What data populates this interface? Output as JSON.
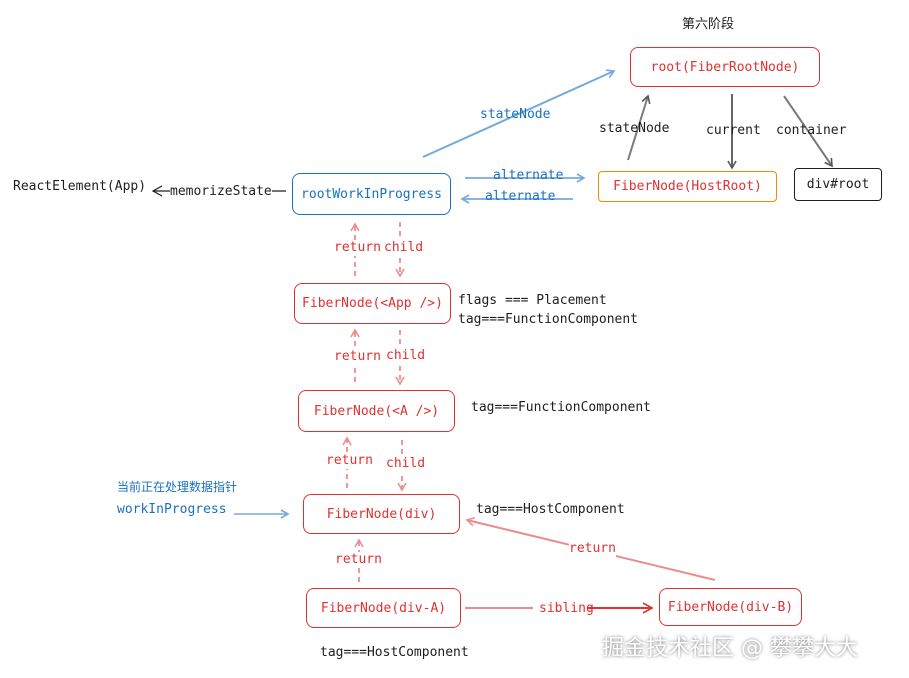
{
  "colors": {
    "red": "#e03131",
    "blue": "#1971c2",
    "orange": "#f08c00",
    "black": "#1e1e1e",
    "grey": "#7a7a7a",
    "pink": "#ec8c8c",
    "lightblue": "#74a9de"
  },
  "stage_title": "第六阶段",
  "nodes": {
    "root": "root(FiberRootNode)",
    "host_root": "FiberNode(HostRoot)",
    "div_root": "div#root",
    "root_wip": "rootWorkInProgress",
    "app": "FiberNode(<App />)",
    "a": "FiberNode(<A />)",
    "div": "FiberNode(div)",
    "div_a": "FiberNode(div-A)",
    "div_b": "FiberNode(div-B)"
  },
  "labels": {
    "state_node_blue": "stateNode",
    "state_node": "stateNode",
    "current": "current",
    "container": "container",
    "alternate_top": "alternate",
    "alternate_bottom": "alternate",
    "react_element": "ReactElement(App)",
    "memoize_state": "memorizeState",
    "return1": "return",
    "child1": "child",
    "return2": "return",
    "child2": "child",
    "return3": "return",
    "child3": "child",
    "return4": "return",
    "return_b": "return",
    "sibling": "sibling",
    "flags": "flags === Placement",
    "tag_app": "tag===FunctionComponent",
    "tag_a": "tag===FunctionComponent",
    "tag_div": "tag===HostComponent",
    "tag_div_a": "tag===HostComponent",
    "current_processing": "当前正在处理数据指针",
    "wip_pointer": "workInProgress",
    "watermark": "掘金技术社区 @ 攀攀大大"
  }
}
